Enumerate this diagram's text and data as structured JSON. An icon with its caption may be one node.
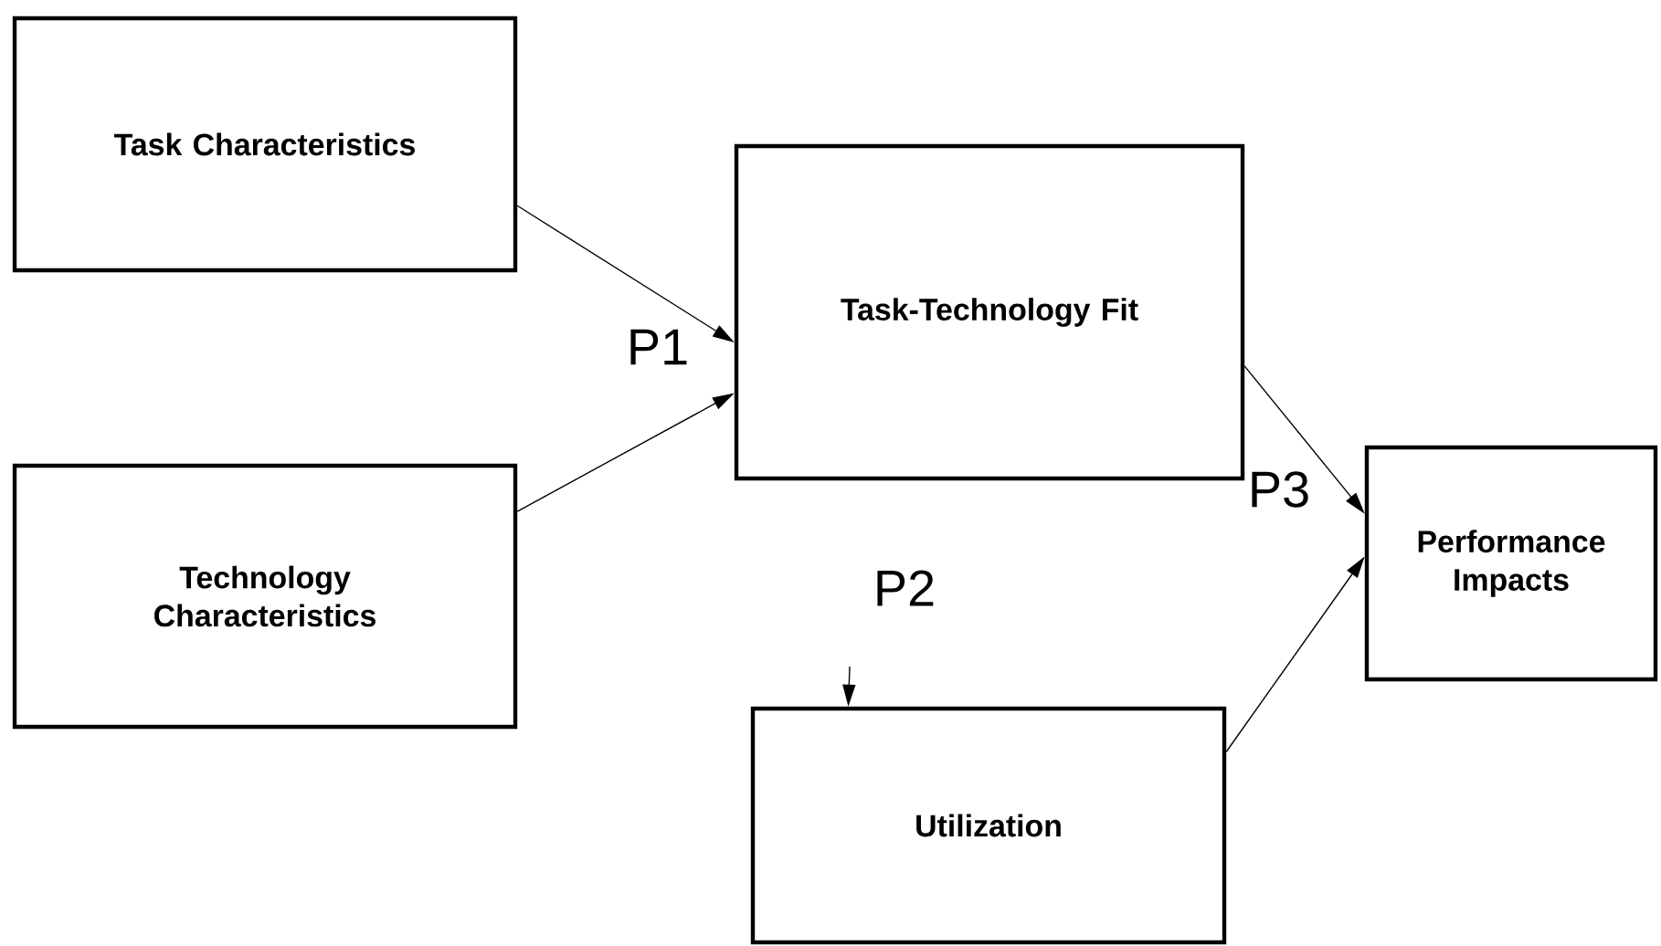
{
  "diagram": {
    "nodes": [
      {
        "text": [
          "Task Characteristics"
        ]
      },
      {
        "text": [
          "Task-Technology Fit"
        ]
      },
      {
        "text": [
          "Technology Characteristics"
        ]
      },
      {
        "text": [
          "Performance Impacts"
        ]
      },
      {
        "text": [
          "Utilization"
        ]
      }
    ],
    "edges": [
      {
        "from": 0,
        "to": 1,
        "arrow": "to"
      },
      {
        "from": 2,
        "to": 1,
        "arrow": "to"
      },
      {
        "from": 1,
        "to": 3,
        "arrow": "to"
      },
      {
        "from": 4,
        "to": 3,
        "arrow": "to"
      },
      {
        "from": null,
        "to": 4,
        "arrow": "to"
      }
    ],
    "labels": [
      "P1",
      "P2",
      "P3"
    ]
  }
}
